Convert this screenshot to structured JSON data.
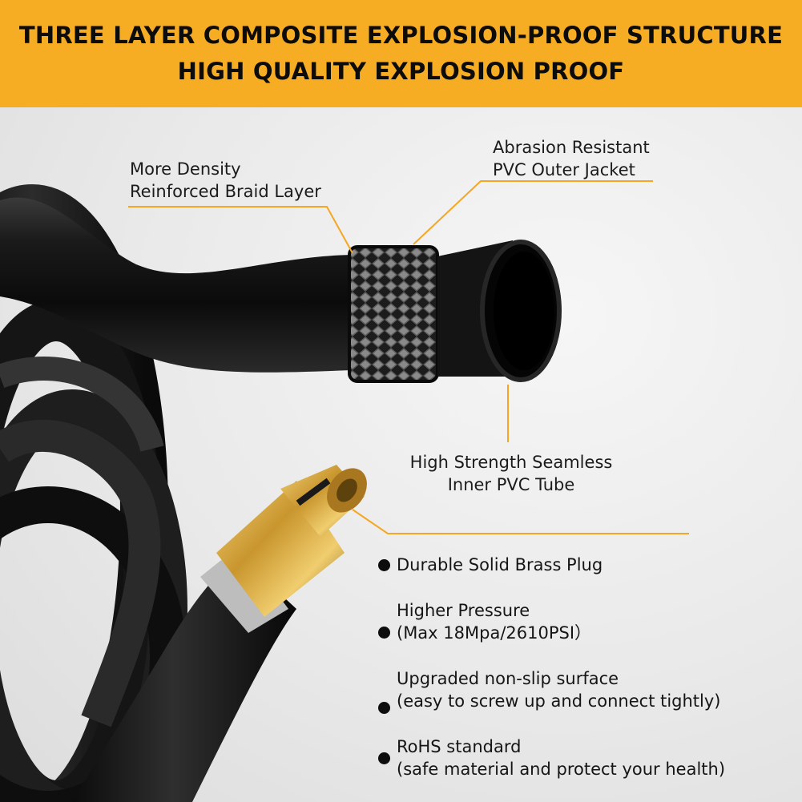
{
  "banner": {
    "line1": "THREE LAYER COMPOSITE EXPLOSION-PROOF STRUCTURE",
    "line2": "HIGH QUALITY EXPLOSION PROOF"
  },
  "callouts": {
    "braid": {
      "line1": "More Density",
      "line2": "Reinforced Braid Layer"
    },
    "jacket": {
      "line1": "Abrasion Resistant",
      "line2": "PVC Outer Jacket"
    },
    "inner": {
      "line1": "High Strength Seamless",
      "line2": "Inner PVC Tube"
    }
  },
  "features": [
    {
      "line1": "Durable Solid Brass Plug",
      "line2": ""
    },
    {
      "line1": "Higher Pressure",
      "line2": "(Max 18Mpa/2610PSI）"
    },
    {
      "line1": "Upgraded non-slip surface",
      "line2": "(easy to screw up and connect tightly)"
    },
    {
      "line1": "RoHS standard",
      "line2": "(safe material and protect your health)"
    }
  ],
  "colors": {
    "banner": "#f7ad23",
    "accent_line": "#f5a623",
    "hose": "#111111",
    "brass": "#c9962e"
  },
  "icons": [
    "hose-coil-illustration",
    "braid-cross-section",
    "brass-plug-connector"
  ]
}
